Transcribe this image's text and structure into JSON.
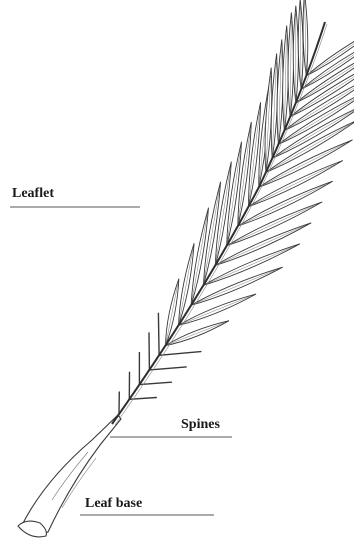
{
  "labels": {
    "leaflet": "Leaflet",
    "spines": "Spines",
    "leaf_base": "Leaf base"
  },
  "colors": {
    "ink": "#3a3a3a",
    "leader": "#555555",
    "background": "#ffffff"
  }
}
